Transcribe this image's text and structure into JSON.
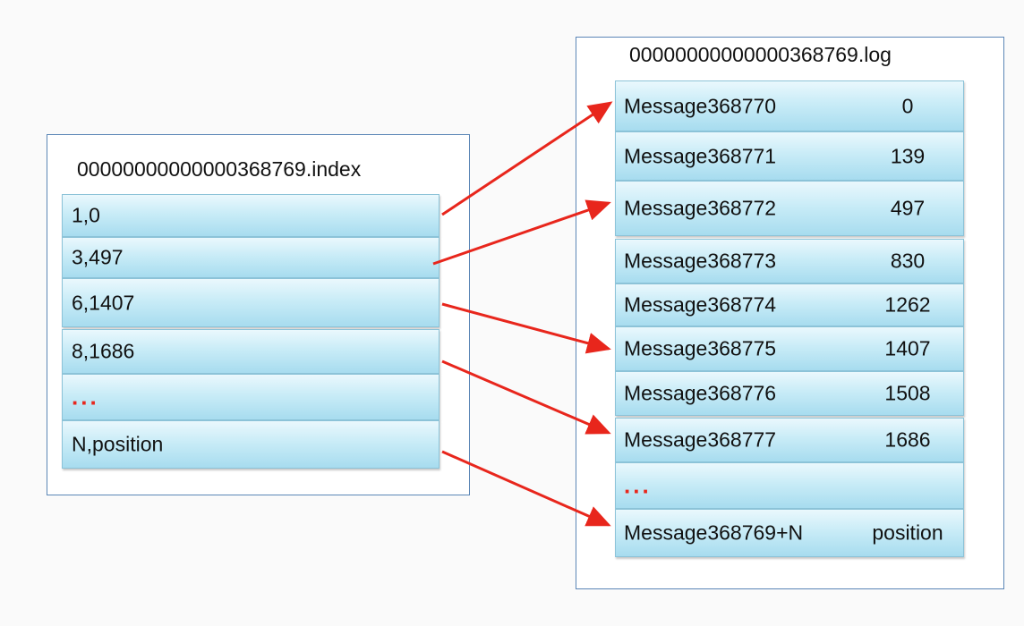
{
  "index_file": {
    "title": "00000000000000368769.index",
    "entries": [
      "1,0",
      "3,497",
      "6,1407",
      "8,1686",
      "...",
      "N,position"
    ]
  },
  "log_file": {
    "title": "00000000000000368769.log",
    "entries": [
      {
        "message": "Message368770",
        "position": "0"
      },
      {
        "message": "Message368771",
        "position": "139"
      },
      {
        "message": "Message368772",
        "position": "497"
      },
      {
        "message": "Message368773",
        "position": "830"
      },
      {
        "message": "Message368774",
        "position": "1262"
      },
      {
        "message": "Message368775",
        "position": "1407"
      },
      {
        "message": "Message368776",
        "position": "1508"
      },
      {
        "message": "Message368777",
        "position": "1686"
      },
      {
        "message": "...",
        "position": ""
      },
      {
        "message": "Message368769+N",
        "position": "position"
      }
    ]
  },
  "colors": {
    "arrow": "#e8261c",
    "box_border": "#5b86b6",
    "ellipsis": "#e8261c"
  }
}
